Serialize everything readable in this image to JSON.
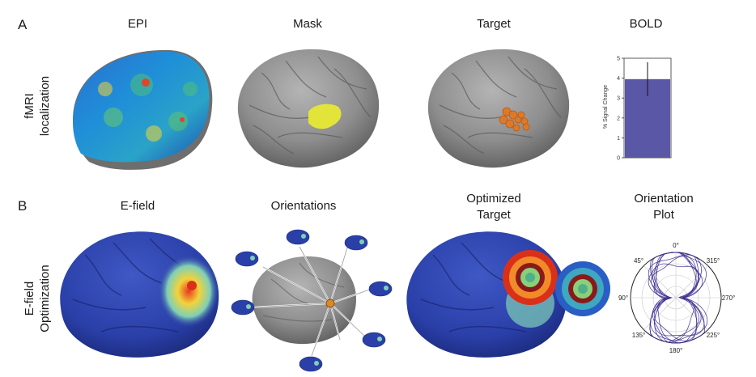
{
  "panels": {
    "a": {
      "letter": "A",
      "row_label": [
        "fMRI",
        "localization"
      ],
      "titles": {
        "epi": "EPI",
        "mask": "Mask",
        "target": "Target",
        "bold": "BOLD"
      }
    },
    "b": {
      "letter": "B",
      "row_label": [
        "E-field",
        "Optimization"
      ],
      "titles": {
        "efield": "E-field",
        "orientations": "Orientations",
        "optimized": [
          "Optimized",
          "Target"
        ],
        "orientation_plot": [
          "Orientation",
          "Plot"
        ]
      }
    }
  },
  "colors": {
    "brain_gray": "#8e8e8e",
    "mask_yellow": "#e3e43a",
    "target_orange": "#dd7a2a",
    "bar_purple": "#5a57a6",
    "brain_blue": "#2a3fa8",
    "polar_line": "#3a2c8f"
  },
  "chart_data": [
    {
      "type": "bar",
      "title": "",
      "categories": [
        ""
      ],
      "values": [
        3.95
      ],
      "error": [
        0.85
      ],
      "ylabel": "% Signal Change",
      "ylim": [
        0,
        5
      ],
      "yticks": [
        "0",
        "1",
        "2",
        "3",
        "4",
        "5"
      ]
    },
    {
      "type": "line",
      "subtype": "polar",
      "angle_labels": [
        "0°",
        "45°",
        "90°",
        "135°",
        "180°",
        "225°",
        "270°",
        "315°"
      ],
      "theta_direction": "counterclockwise",
      "theta_zero": "top",
      "rlim": [
        0,
        1
      ],
      "grid": true
    }
  ]
}
